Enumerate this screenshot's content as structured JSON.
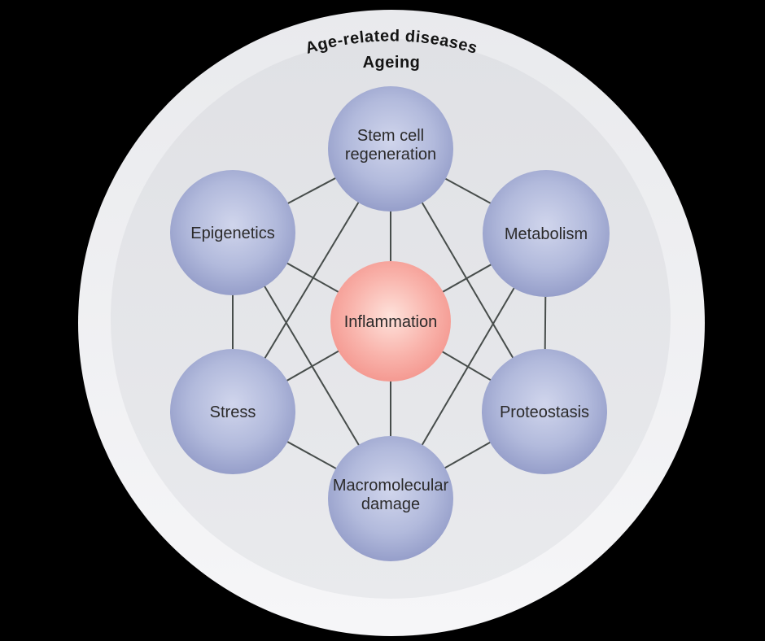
{
  "figure": {
    "outer_label": "Age-related diseases",
    "inner_label": "Ageing"
  },
  "diagram": {
    "nodes": [
      {
        "id": "stem-cell-regeneration",
        "lines": [
          "Stem cell",
          "regeneration"
        ],
        "role": "hallmark"
      },
      {
        "id": "epigenetics",
        "lines": [
          "Epigenetics"
        ],
        "role": "hallmark"
      },
      {
        "id": "metabolism",
        "lines": [
          "Metabolism"
        ],
        "role": "hallmark"
      },
      {
        "id": "inflammation",
        "lines": [
          "Inflammation"
        ],
        "role": "center"
      },
      {
        "id": "stress",
        "lines": [
          "Stress"
        ],
        "role": "hallmark"
      },
      {
        "id": "proteostasis",
        "lines": [
          "Proteostasis"
        ],
        "role": "hallmark"
      },
      {
        "id": "macromolecular-damage",
        "lines": [
          "Macromolecular",
          "damage"
        ],
        "role": "hallmark"
      }
    ],
    "edges": [
      [
        "stem-cell-regeneration",
        "epigenetics"
      ],
      [
        "stem-cell-regeneration",
        "metabolism"
      ],
      [
        "epigenetics",
        "stress"
      ],
      [
        "metabolism",
        "proteostasis"
      ],
      [
        "stress",
        "macromolecular-damage"
      ],
      [
        "proteostasis",
        "macromolecular-damage"
      ],
      [
        "stem-cell-regeneration",
        "inflammation"
      ],
      [
        "epigenetics",
        "inflammation"
      ],
      [
        "metabolism",
        "inflammation"
      ],
      [
        "stress",
        "inflammation"
      ],
      [
        "proteostasis",
        "inflammation"
      ],
      [
        "macromolecular-damage",
        "inflammation"
      ],
      [
        "stem-cell-regeneration",
        "stress"
      ],
      [
        "stem-cell-regeneration",
        "proteostasis"
      ],
      [
        "epigenetics",
        "macromolecular-damage"
      ],
      [
        "metabolism",
        "macromolecular-damage"
      ]
    ],
    "colors": {
      "background": "#000000",
      "outer_circle_top": "#e9eaed",
      "outer_circle_bottom": "#f6f6f8",
      "inner_circle_top": "#e0e1e5",
      "inner_circle_bottom": "#e9eaed",
      "hallmark_node_edge": "#8e97c5",
      "hallmark_node_mid": "#b2badc",
      "hallmark_node_highlight": "#d0d5ec",
      "center_node_edge": "#f3928a",
      "center_node_mid": "#f9b4ac",
      "center_node_highlight": "#fee2db",
      "edge_line": "#474d4b",
      "label_text": "#2b2a2a",
      "header_text": "#141414"
    }
  }
}
